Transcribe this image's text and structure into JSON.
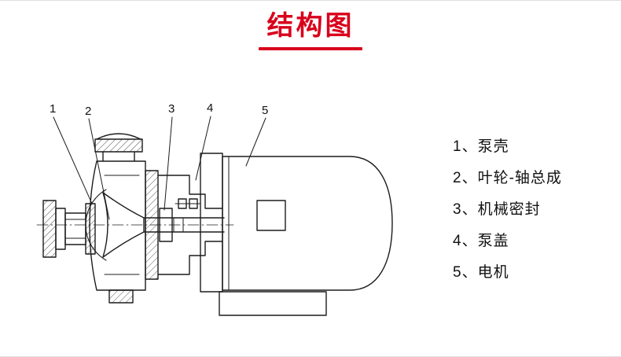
{
  "title": "结构图",
  "accent_color": "#d9001b",
  "line_color": "#1c1c1c",
  "legend": {
    "items": [
      {
        "num": "1、",
        "label": "泵壳"
      },
      {
        "num": "2、",
        "label": "叶轮-轴总成"
      },
      {
        "num": "3、",
        "label": "机械密封"
      },
      {
        "num": "4、",
        "label": "泵盖"
      },
      {
        "num": "5、",
        "label": "电机"
      }
    ]
  },
  "callouts": [
    "1",
    "2",
    "3",
    "4",
    "5"
  ]
}
